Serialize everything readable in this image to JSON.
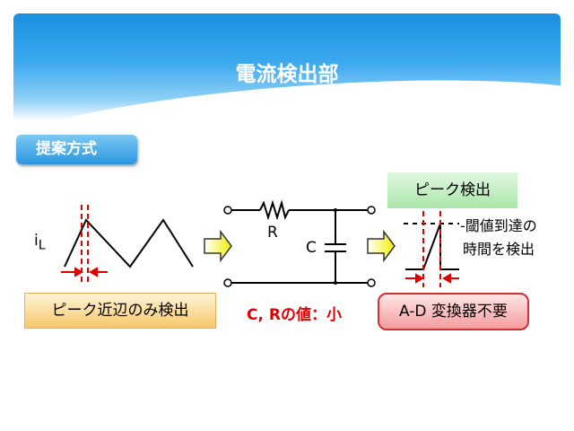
{
  "slide": {
    "title": "電流検出部",
    "tag": "提案方式",
    "peak_near_label": "ピーク近辺のみ検出",
    "rc_label": "C, Rの値：小",
    "peak_detect_label": "ピーク検出",
    "threshold_line1": "-閾値到達の",
    "threshold_line2": "時間を検出",
    "ad_label": "A-D 変換器不要",
    "current_symbol": "i",
    "current_sub": "L",
    "resistor_label": "R",
    "capacitor_label": "C"
  }
}
